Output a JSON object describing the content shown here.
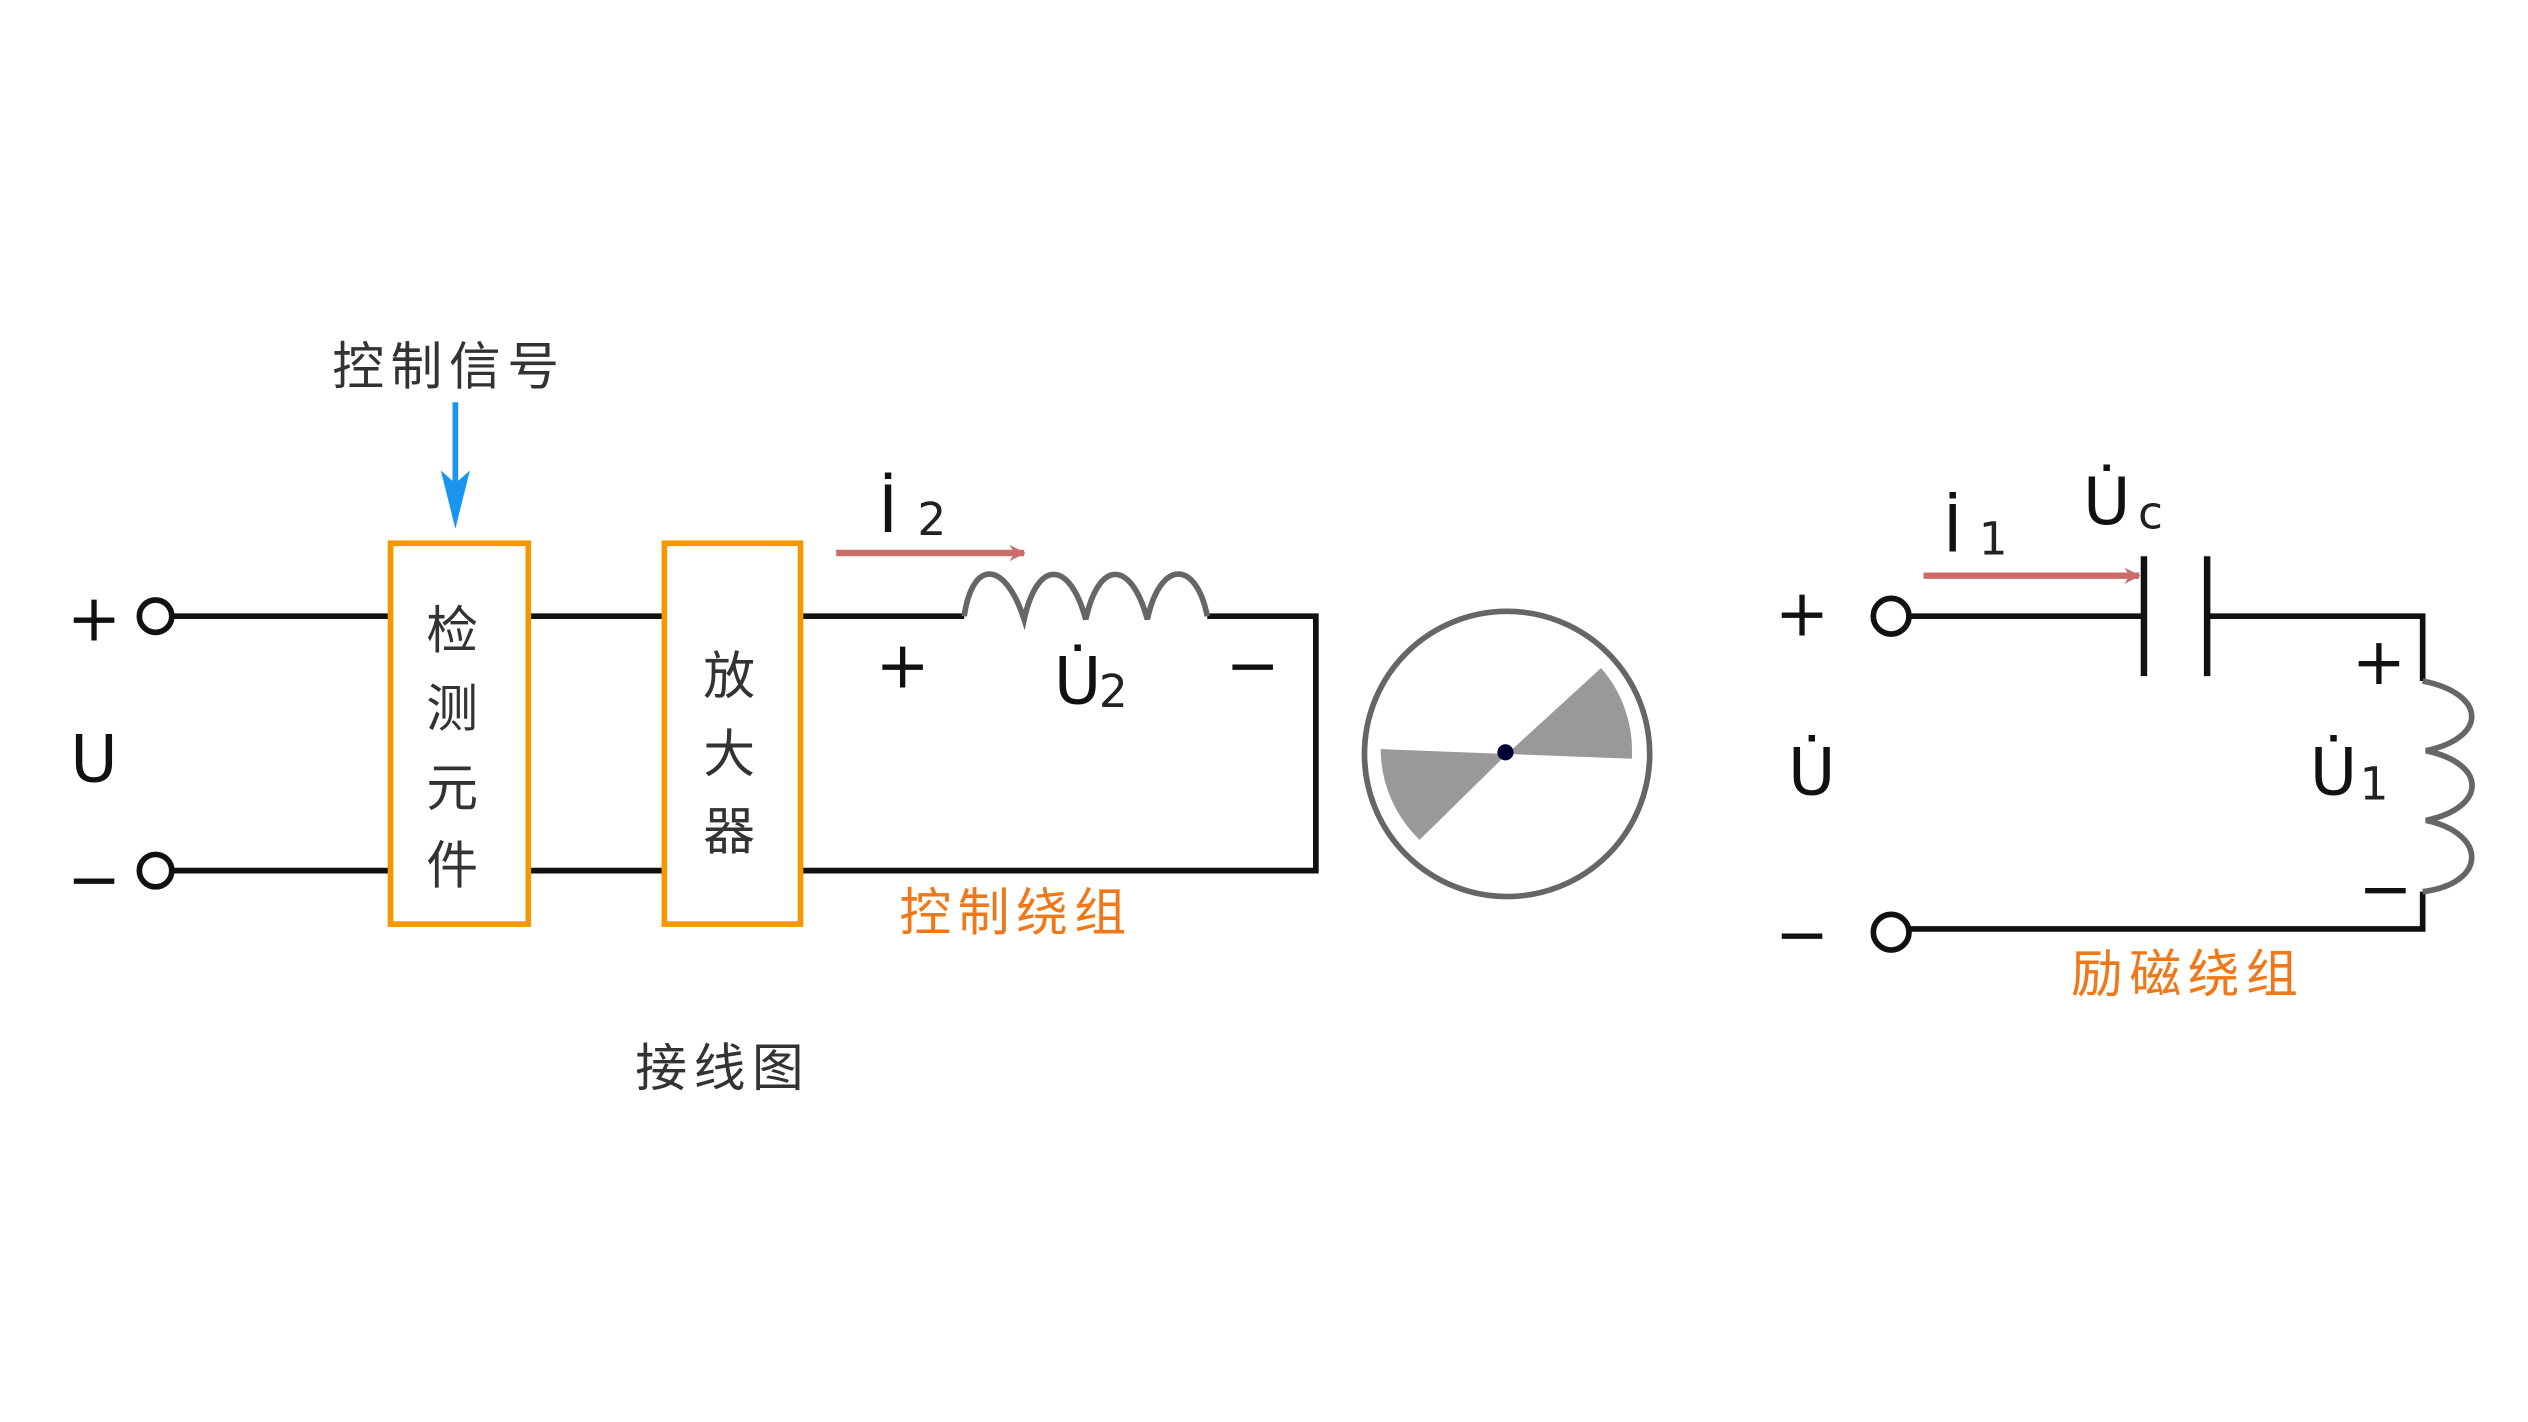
{
  "left_circuit": {
    "plus": "+",
    "minus": "−",
    "voltage": "U",
    "control_signal": "控制信号",
    "detector_box": [
      "检",
      "测",
      "元",
      "件"
    ],
    "amplifier_box": [
      "放",
      "大",
      "器"
    ],
    "current_main": "İ",
    "current_sub": "2",
    "winding_plus": "+",
    "winding_minus": "−",
    "winding_voltage": "U̇",
    "winding_voltage_sub": "2",
    "winding_label": "控制绕组",
    "caption": "接线图"
  },
  "right_circuit": {
    "plus": "+",
    "minus": "−",
    "voltage": "U̇",
    "current_main": "İ",
    "current_sub": "1",
    "cap_voltage": "U̇",
    "cap_voltage_sub": "c",
    "coil_plus": "+",
    "coil_minus": "−",
    "coil_voltage": "U̇",
    "coil_voltage_sub": "1",
    "winding_label": "励磁绕组"
  },
  "colors": {
    "box": "#f39800",
    "signal_arrow": "#1a96f0",
    "current_arrow": "#cd6b6b",
    "winding_label": "#f07818",
    "rotor": "#999999",
    "stator": "#666666"
  }
}
